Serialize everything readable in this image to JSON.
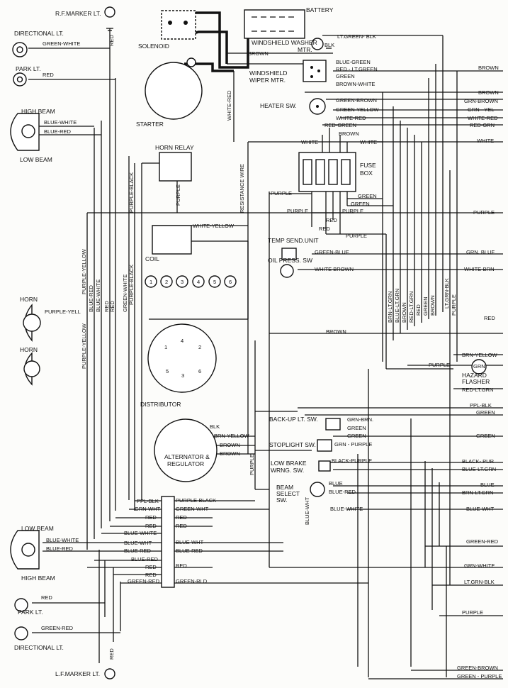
{
  "components": {
    "rf_marker": "R.F.MARKER LT.",
    "directional_top": "DIRECTIONAL LT.",
    "park_top": "PARK LT.",
    "high_beam_top": "HIGH BEAM",
    "low_beam_top": "LOW BEAM",
    "solenoid": "SOLENOID",
    "starter": "STARTER",
    "battery": "BATTERY",
    "washer_motor_1": "WINDSHIELD WASHER",
    "washer_motor_2": "MTR.",
    "wiper_motor_1": "WINDSHIELD",
    "wiper_motor_2": "WIPER MTR.",
    "heater_sw": "HEATER SW.",
    "horn_relay": "HORN RELAY",
    "fuse_box_1": "FUSE",
    "fuse_box_2": "BOX",
    "resistance_wire": "RESISTANCE WIRE",
    "coil": "COIL",
    "temp_send": "TEMP SEND.UNIT",
    "oil_press": "OIL PRESS. SW",
    "horn_1": "HORN",
    "horn_2": "HORN",
    "distributor": "DISTRIBUTOR",
    "hazard_1": "HAZARD",
    "hazard_2": "FLASHER",
    "backup_sw": "BACK-UP LT. SW.",
    "alternator_1": "ALTERNATOR &",
    "alternator_2": "REGULATOR",
    "stoplight_sw": "STOPLIGHT SW.",
    "low_brake_1": "LOW BRAKE",
    "low_brake_2": "WRNG. SW.",
    "beam_select_1": "BEAM",
    "beam_select_2": "SELECT",
    "beam_select_3": "SW.",
    "low_beam_bottom": "LOW BEAM",
    "high_beam_bottom": "HIGH BEAM",
    "park_bottom": "PARK LT.",
    "directional_bottom": "DIRECTIONAL LT.",
    "lf_marker": "L.F.MARKER LT."
  },
  "cylinders": [
    "1",
    "2",
    "3",
    "4",
    "5",
    "6"
  ],
  "distributor_terminals": [
    "1",
    "4",
    "2",
    "5",
    "3",
    "6"
  ],
  "wires": {
    "red": "RED",
    "green_white": "GREEN-WHITE",
    "blue_white": "BLUE-WHITE",
    "blue_red": "BLUE-RED",
    "lt_green_blk": "LT.GREEN- BLK",
    "blk": "BLK",
    "brown": "BROWN",
    "blue_green": "BLUE-GREEN",
    "red_ltgreen": "RED - LT.GREEN",
    "green": "GREEN",
    "brown_white": "BROWN-WHITE",
    "green_brown": "GREEN-BROWN",
    "green_yellow": "GREEN-YELLOW",
    "white_red": "WHITE-RED",
    "red_green": "RED-GREEN",
    "white": "WHITE",
    "white_red_v": "WHITE-RED",
    "purple_black_v": "PURPLE-BLACK",
    "purple": "PURPLE",
    "purple_v": "PURPLE",
    "white_yellow": "WHITE-YELLOW",
    "green_blue": "GREEN-BLUE",
    "white_brown": "WHITE BROWN",
    "purple_yell": "PURPLE-YELL",
    "purple_yellow_v1": "PURPLE-YELLOW",
    "purple_yellow_v2": "PURPLE-YELLOW",
    "blue_red_v": "BLUE-RED",
    "blue_white_v": "BLUE-WHITE",
    "red_v": "RED",
    "green_white_v": "GREEN-WHITE",
    "purple_black_v2": "PURPLE-BLACK",
    "brn_ltgrn_v": "BRN-LT.GRN",
    "blue_ltgrn_v": "BLUE-LT.GRN",
    "red_ltgrn_v": "RED-LT.GRN",
    "green_v": "GREEN",
    "ltgrn_blk_v": "LT.GRN-BLK",
    "brn_yellow": "BRN-YELLOW",
    "grn": "GRN",
    "red_ltgrn": "RED-LT.GRN",
    "ppl_blk": "PPL-BLK",
    "grn_brn": "GRN-BRN.",
    "brn_yellow_alt": "BRN-YELLOW",
    "grn_purple": "GRN - PURPLE",
    "black_purple": "BLACK-PURPLE",
    "blue": "BLUE",
    "blue_white_wht": "BLUE-WHITE",
    "blue_wht": "BLUE-WHT",
    "ppl_blk_connector": "PPL-BLK",
    "grn_wht": "GRN-WHT",
    "green_wht": "GREEN-WHT",
    "green_red": "GREEN-RED",
    "green_rld": "GREEN-RLD"
  },
  "harness_right": [
    "BROWN",
    "BROWN",
    "GRN-BROWN",
    "GRN - YEL",
    "WHITE-RED",
    "RED-GRN",
    "WHITE",
    "PURPLE",
    "GRN. BLUE",
    "WHITE-BRN",
    "RED",
    "BRN-YELLOW",
    "HAZARD FLASHER",
    "PPL-BLK",
    "GREEN",
    "GREEN",
    "BLACK- PUR",
    "BLUE-LT.GRN",
    "BLUE",
    "BRN-LT.GRN",
    "BLUE-WHT",
    "GREEN-RED",
    "GRN-WHITE",
    "LT.GRN-BLK",
    "PURPLE",
    "GREEN-BROWN",
    "GREEN - PURPLE"
  ]
}
